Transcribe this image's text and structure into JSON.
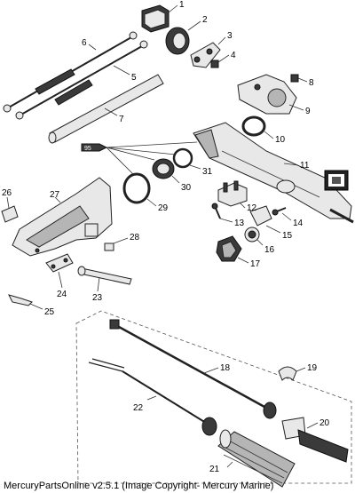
{
  "callouts": [
    {
      "id": "1",
      "text": "1"
    },
    {
      "id": "2",
      "text": "2"
    },
    {
      "id": "3",
      "text": "3"
    },
    {
      "id": "4",
      "text": "4"
    },
    {
      "id": "5",
      "text": "5"
    },
    {
      "id": "6",
      "text": "6"
    },
    {
      "id": "7",
      "text": "7"
    },
    {
      "id": "8",
      "text": "8"
    },
    {
      "id": "9",
      "text": "9"
    },
    {
      "id": "10",
      "text": "10"
    },
    {
      "id": "11",
      "text": "11"
    },
    {
      "id": "12",
      "text": "12"
    },
    {
      "id": "13",
      "text": "13"
    },
    {
      "id": "14",
      "text": "14"
    },
    {
      "id": "15",
      "text": "15"
    },
    {
      "id": "16",
      "text": "16"
    },
    {
      "id": "17",
      "text": "17"
    },
    {
      "id": "18",
      "text": "18"
    },
    {
      "id": "19",
      "text": "19"
    },
    {
      "id": "20",
      "text": "20"
    },
    {
      "id": "21",
      "text": "21"
    },
    {
      "id": "22",
      "text": "22"
    },
    {
      "id": "23",
      "text": "23"
    },
    {
      "id": "24",
      "text": "24"
    },
    {
      "id": "25",
      "text": "25"
    },
    {
      "id": "26",
      "text": "26"
    },
    {
      "id": "27",
      "text": "27"
    },
    {
      "id": "28",
      "text": "28"
    },
    {
      "id": "29",
      "text": "29"
    },
    {
      "id": "30",
      "text": "30"
    },
    {
      "id": "31",
      "text": "31"
    }
  ],
  "sealant_tag": "95",
  "footer_text": "MercuryPartsOnline v2.5.1 (Image Copyright- Mercury Marine)"
}
